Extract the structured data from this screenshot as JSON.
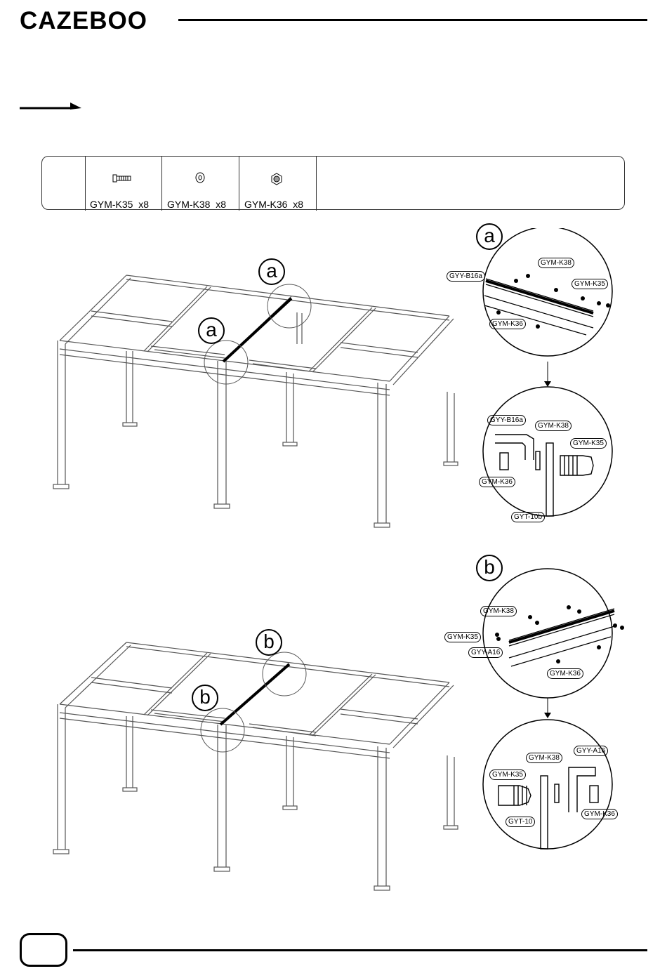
{
  "header": {
    "brand": "CAZEBOO"
  },
  "parts": [
    {
      "code": "GYM-K35",
      "qty": "x8",
      "icon": "bolt-icon"
    },
    {
      "code": "GYM-K38",
      "qty": "x8",
      "icon": "washer-icon"
    },
    {
      "code": "GYM-K36",
      "qty": "x8",
      "icon": "nut-icon"
    }
  ],
  "step_a": {
    "callout": "a",
    "detail_labels": [
      "GYY-B16a",
      "GYM-K38",
      "GYM-K35",
      "GYM-K36"
    ],
    "section_labels": [
      "GYY-B16a",
      "GYM-K38",
      "GYM-K35",
      "GYM-K36",
      "GYT-10b"
    ]
  },
  "step_b": {
    "callout": "b",
    "detail_labels": [
      "GYM-K38",
      "GYM-K35",
      "GYY-A16",
      "GYM-K36"
    ],
    "section_labels": [
      "GYM-K38",
      "GYY-A16",
      "GYM-K35",
      "GYT-10",
      "GYM-K36"
    ]
  },
  "colors": {
    "ink": "#000000",
    "line": "#555555",
    "paper": "#ffffff"
  }
}
